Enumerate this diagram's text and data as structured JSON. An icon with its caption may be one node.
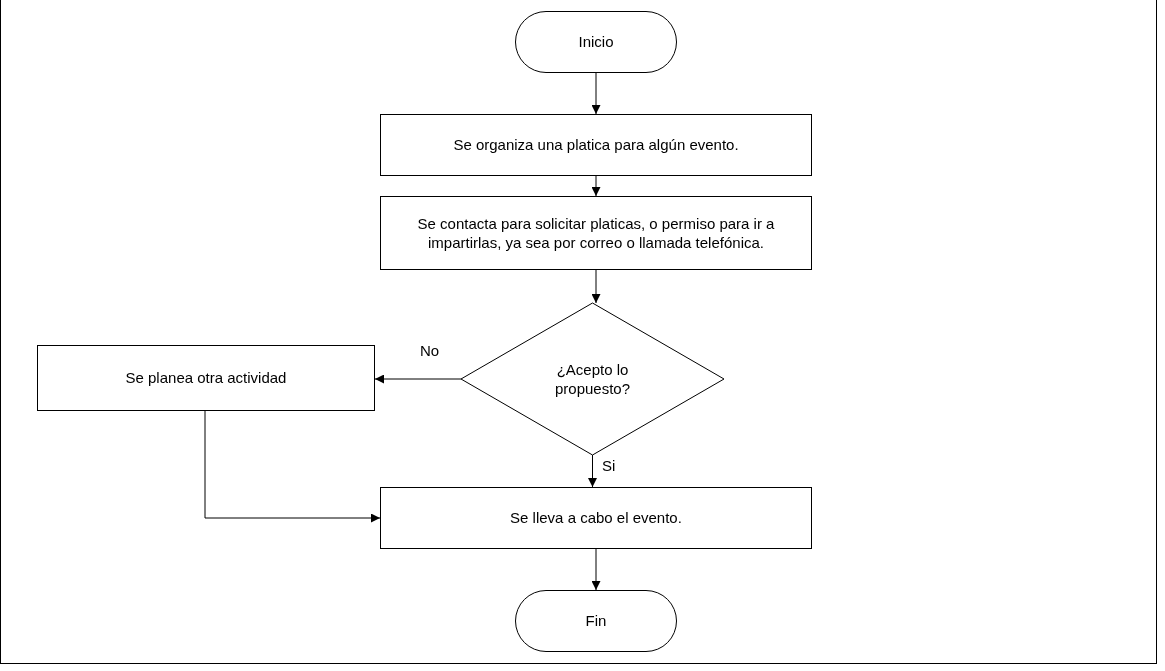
{
  "diagram": {
    "nodes": [
      {
        "text": [
          "Inicio"
        ]
      },
      {
        "text": [
          "Se organiza una platica para algún evento."
        ]
      },
      {
        "text": [
          "Se contacta para solicitar platicas, o permiso para ir a impartirlas, ya sea por correo o llamada telefónica."
        ]
      },
      {
        "text": [
          "¿Acepto lo propuesto?"
        ]
      },
      {
        "text": [
          "Se planea otra actividad"
        ]
      },
      {
        "text": [
          "Se lleva a cabo el evento."
        ]
      },
      {
        "text": [
          "Fin"
        ]
      }
    ],
    "edges": [
      {
        "from": 0,
        "to": 1,
        "arrow": "to"
      },
      {
        "from": 1,
        "to": 2,
        "arrow": "to"
      },
      {
        "from": 2,
        "to": 3,
        "arrow": "to"
      },
      {
        "from": 3,
        "to": 4,
        "arrow": "to",
        "label": "No"
      },
      {
        "from": 3,
        "to": 5,
        "arrow": "to",
        "label": "Si"
      },
      {
        "from": 4,
        "to": 5,
        "arrow": "to"
      },
      {
        "from": 5,
        "to": 6,
        "arrow": "to"
      }
    ]
  }
}
